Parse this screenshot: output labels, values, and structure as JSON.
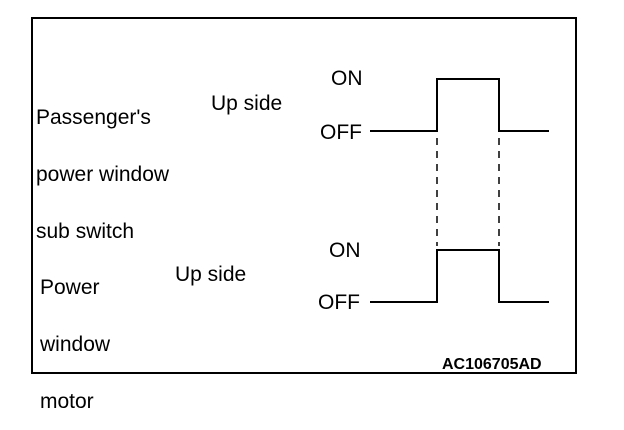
{
  "top_signal": {
    "label_lines": [
      "Passenger's",
      "power window",
      "sub switch"
    ],
    "side": "Up side",
    "on": "ON",
    "off": "OFF"
  },
  "bottom_signal": {
    "label_lines": [
      "Power",
      "window",
      "motor"
    ],
    "side": "Up side",
    "on": "ON",
    "off": "OFF"
  },
  "figure_code": "AC106705AD"
}
